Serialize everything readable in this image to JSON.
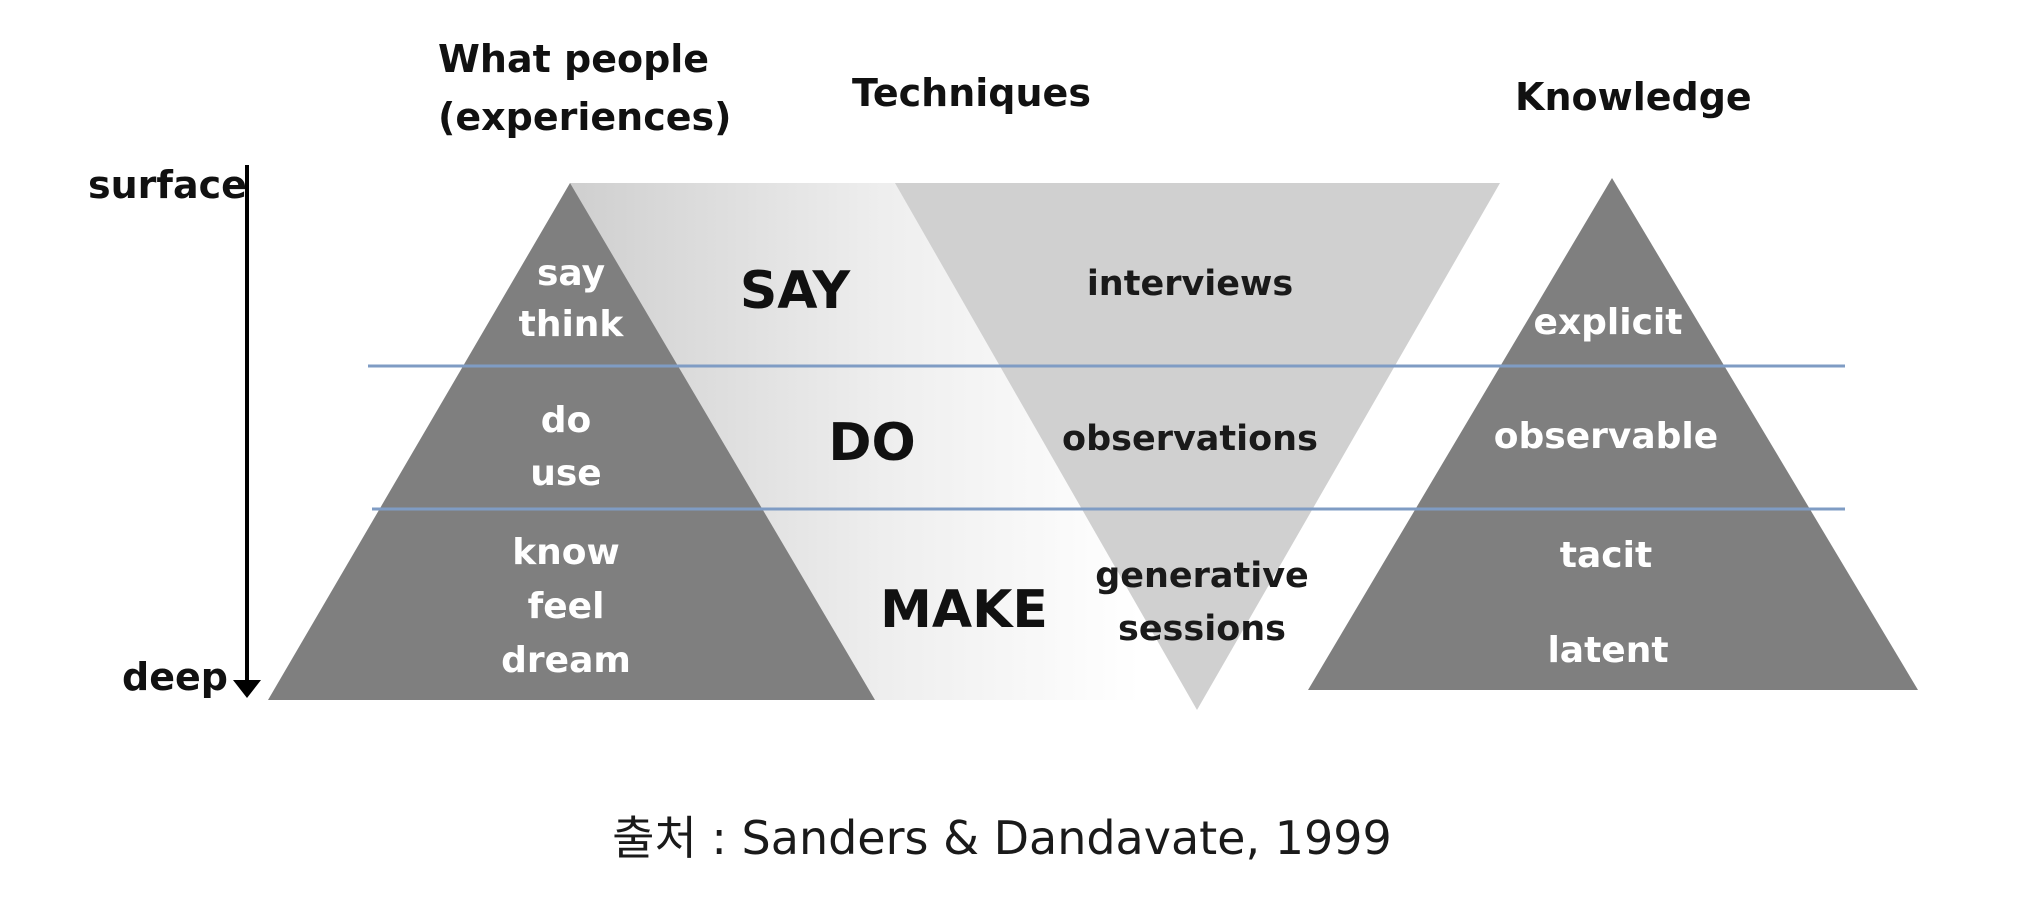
{
  "headers": {
    "what_people_1": "What people",
    "what_people_2": "(experiences)",
    "techniques": "Techniques",
    "knowledge": "Knowledge"
  },
  "axis": {
    "surface": "surface",
    "deep": "deep"
  },
  "experiences": {
    "level1": [
      "say",
      "think"
    ],
    "level2": [
      "do",
      "use"
    ],
    "level3": [
      "know",
      "feel",
      "dream"
    ]
  },
  "techniques": {
    "say": "SAY",
    "do": "DO",
    "make": "MAKE",
    "interviews": "interviews",
    "observations": "observations",
    "generative_1": "generative",
    "generative_2": "sessions"
  },
  "knowledge": {
    "explicit": "explicit",
    "observable": "observable",
    "tacit": "tacit",
    "latent": "latent"
  },
  "caption": "출처 : Sanders & Dandavate, 1999",
  "colors": {
    "dark_triangle": "#7f7f7f",
    "light_triangle": "#d0d0d0",
    "divider_line": "#7f9cc4",
    "text_dark": "#111111",
    "text_white": "#ffffff"
  }
}
